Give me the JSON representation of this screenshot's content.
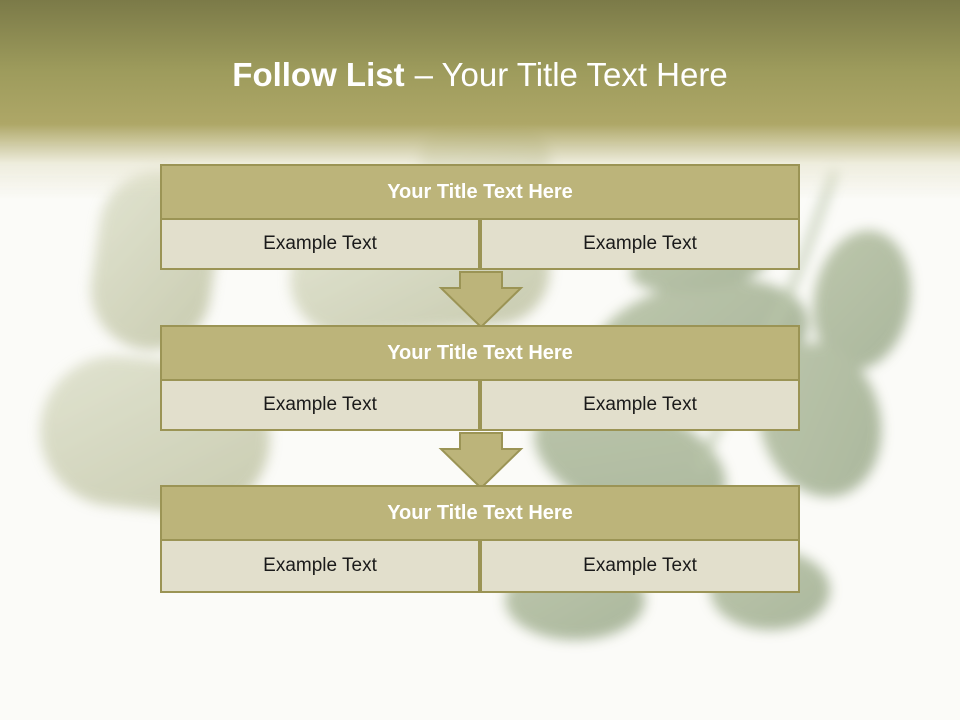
{
  "slide": {
    "title_bold": "Follow List",
    "title_rest": "– Your Title Text Here",
    "colors": {
      "header": "#a8a264",
      "block_title": "#bcb47a",
      "block_cell": "#e2dfcc",
      "border": "#9b9455"
    }
  },
  "blocks": [
    {
      "title": "Your Title Text Here",
      "left": "Example Text",
      "right": "Example Text"
    },
    {
      "title": "Your Title Text Here",
      "left": "Example Text",
      "right": "Example Text"
    },
    {
      "title": "Your Title Text Here",
      "left": "Example Text",
      "right": "Example Text"
    }
  ],
  "connectors": [
    "arrow-down-icon",
    "arrow-down-icon"
  ]
}
